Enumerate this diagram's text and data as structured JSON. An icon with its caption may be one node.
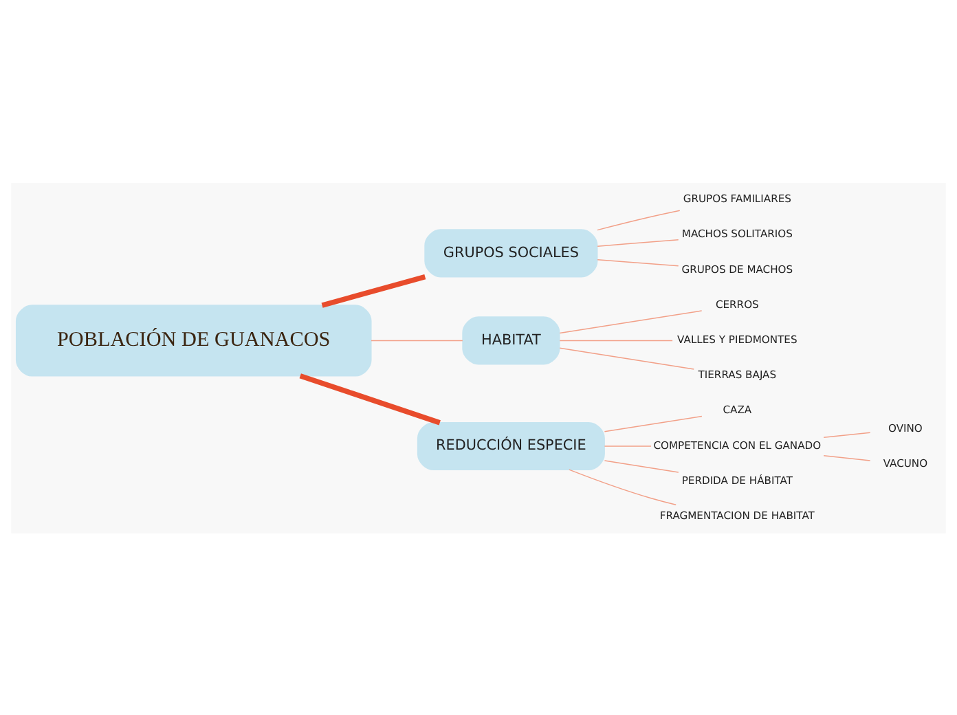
{
  "diagram": {
    "nodes": [
      {
        "text": [
          "POBLACIÓN DE GUANACOS"
        ]
      },
      {
        "text": [
          "GRUPOS SOCIALES"
        ]
      },
      {
        "text": [
          "GRUPOS FAMILIARES"
        ]
      },
      {
        "text": [
          "MACHOS SOLITARIOS"
        ]
      },
      {
        "text": [
          "GRUPOS DE MACHOS"
        ]
      },
      {
        "text": [
          "HABITAT"
        ]
      },
      {
        "text": [
          "CERROS"
        ]
      },
      {
        "text": [
          "VALLES Y PIEDMONTES"
        ]
      },
      {
        "text": [
          "TIERRAS BAJAS"
        ]
      },
      {
        "text": [
          "REDUCCIÓN ESPECIE"
        ]
      },
      {
        "text": [
          "CAZA"
        ]
      },
      {
        "text": [
          "COMPETENCIA CON EL GANADO"
        ]
      },
      {
        "text": [
          "OVINO"
        ]
      },
      {
        "text": [
          "VACUNO"
        ]
      },
      {
        "text": [
          "PERDIDA DE HÁBITAT"
        ]
      },
      {
        "text": [
          "FRAGMENTACION DE HABITAT"
        ]
      }
    ],
    "edges": [
      {
        "from": 0,
        "to": 1,
        "arrow": "none",
        "style": "thick",
        "color": "#e84c2c"
      },
      {
        "from": 1,
        "to": 2,
        "arrow": "none"
      },
      {
        "from": 1,
        "to": 3,
        "arrow": "none"
      },
      {
        "from": 1,
        "to": 4,
        "arrow": "none"
      },
      {
        "from": 0,
        "to": 5,
        "arrow": "none"
      },
      {
        "from": 5,
        "to": 6,
        "arrow": "none"
      },
      {
        "from": 5,
        "to": 7,
        "arrow": "none"
      },
      {
        "from": 5,
        "to": 8,
        "arrow": "none"
      },
      {
        "from": 0,
        "to": 9,
        "arrow": "none",
        "style": "thick",
        "color": "#e84c2c"
      },
      {
        "from": 9,
        "to": 10,
        "arrow": "none"
      },
      {
        "from": 9,
        "to": 11,
        "arrow": "none"
      },
      {
        "from": 11,
        "to": 12,
        "arrow": "none"
      },
      {
        "from": 11,
        "to": 13,
        "arrow": "none"
      },
      {
        "from": 9,
        "to": 14,
        "arrow": "none"
      },
      {
        "from": 9,
        "to": 15,
        "arrow": "none"
      }
    ]
  }
}
